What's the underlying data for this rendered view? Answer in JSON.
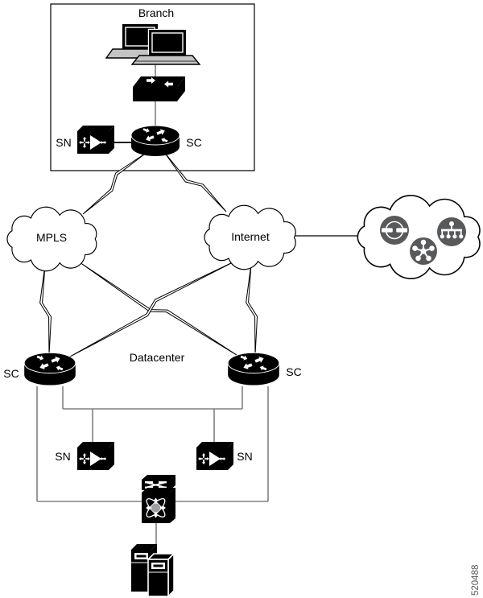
{
  "branch": {
    "title": "Branch",
    "sn_label": "SN",
    "sc_label": "SC"
  },
  "wan": {
    "mpls_label": "MPLS",
    "internet_label": "Internet"
  },
  "datacenter": {
    "title": "Datacenter",
    "sc_left_label": "SC",
    "sc_right_label": "SC",
    "sn_left_label": "SN",
    "sn_right_label": "SN"
  },
  "figure_number": "520488",
  "icons": {
    "branch_endpoints": "dual-laptop-icon",
    "branch_access": "workgroup-switch-icon",
    "service_node": "service-node-icon",
    "service_controller": "router-icon",
    "cloud_services": [
      "load-balancer-icon",
      "hub-and-spoke-icon",
      "network-hierarchy-icon"
    ],
    "core_switch": "nexus-switch-icon",
    "servers": "server-stack-icon",
    "wan_links": "lightning-link"
  },
  "colors": {
    "ink": "#000000",
    "connector": "#808080",
    "cloud_icon_gray": "#58595b",
    "figure_number_gray": "#58595b",
    "keyboard_gray": "#c4c4c4",
    "hub_center_gray": "#9d9fa2"
  }
}
